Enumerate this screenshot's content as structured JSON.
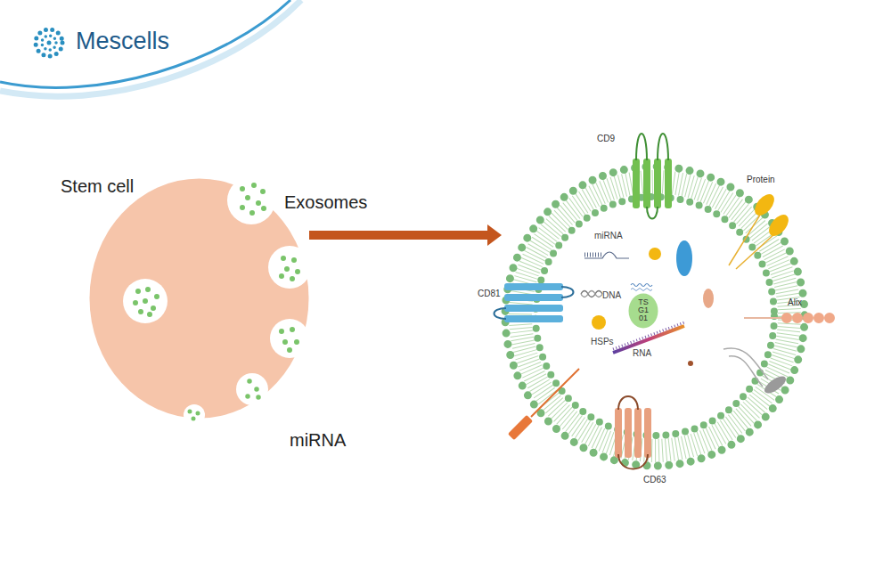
{
  "diagram": {
    "nodes": [
      {
        "text": [
          "Stem cell"
        ]
      },
      {
        "text": [
          "miRNA",
          "DNA",
          "HSPs",
          "RNA"
        ]
      },
      {
        "text": [
          "TS G1 01"
        ],
        "in": 1
      }
    ],
    "edges": [
      {
        "from": 0,
        "to": 1,
        "arrow": "to"
      }
    ],
    "labels": [
      "Mescells",
      "Exosomes",
      "miRNA",
      "CD9",
      "Protein",
      "CD81",
      "Alix",
      "CD63"
    ]
  }
}
